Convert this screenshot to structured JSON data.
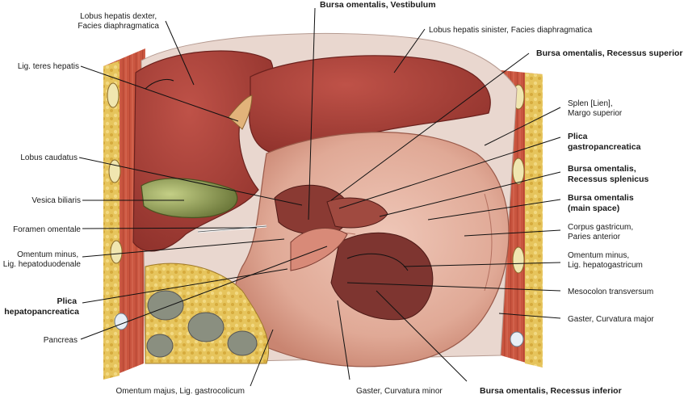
{
  "labels": {
    "lobus_hepatis_dexter_l1": "Lobus hepatis dexter,",
    "lobus_hepatis_dexter_l2": "Facies diaphragmatica",
    "vestibulum": "Bursa omentalis, Vestibulum",
    "lobus_hepatis_sinister": "Lobus hepatis sinister, Facies diaphragmatica",
    "recessus_superior": "Bursa omentalis, Recessus superior",
    "lig_teres": "Lig. teres hepatis",
    "splen_l1": "Splen [Lien],",
    "splen_l2": "Margo superior",
    "plica_gastro_l1": "Plica",
    "plica_gastro_l2": "gastropancreatica",
    "lobus_caudatus": "Lobus caudatus",
    "recessus_splenicus_l1": "Bursa omentalis,",
    "recessus_splenicus_l2": "Recessus splenicus",
    "vesica_biliaris": "Vesica biliaris",
    "main_space_l1": "Bursa omentalis",
    "main_space_l2": "(main space)",
    "foramen_omentale": "Foramen omentale",
    "corpus_l1": "Corpus gastricum,",
    "corpus_l2": "Paries anterior",
    "omentum_hd_l1": "Omentum minus,",
    "omentum_hd_l2": "Lig. hepatoduodenale",
    "omentum_hg_l1": "Omentum minus,",
    "omentum_hg_l2": "Lig. hepatogastricum",
    "plica_hepato_l1": "Plica",
    "plica_hepato_l2": "hepatopancreatica",
    "mesocolon": "Mesocolon transversum",
    "gaster_major": "Gaster, Curvatura major",
    "pancreas": "Pancreas",
    "omentum_majus": "Omentum majus, Lig. gastrocolicum",
    "gaster_minor": "Gaster, Curvatura minor",
    "recessus_inferior": "Bursa omentalis, Recessus inferior"
  },
  "colors": {
    "liver": "#b0473e",
    "liver_dark": "#7e2a26",
    "stomach": "#e3b0a0",
    "stomach_shade": "#c98b7b",
    "fat": "#e2bf55",
    "body_wall": "#c85a45",
    "gallbladder": "#8e9a5a",
    "bursa_cavity": "#8a3a33",
    "leader": "#111111"
  }
}
